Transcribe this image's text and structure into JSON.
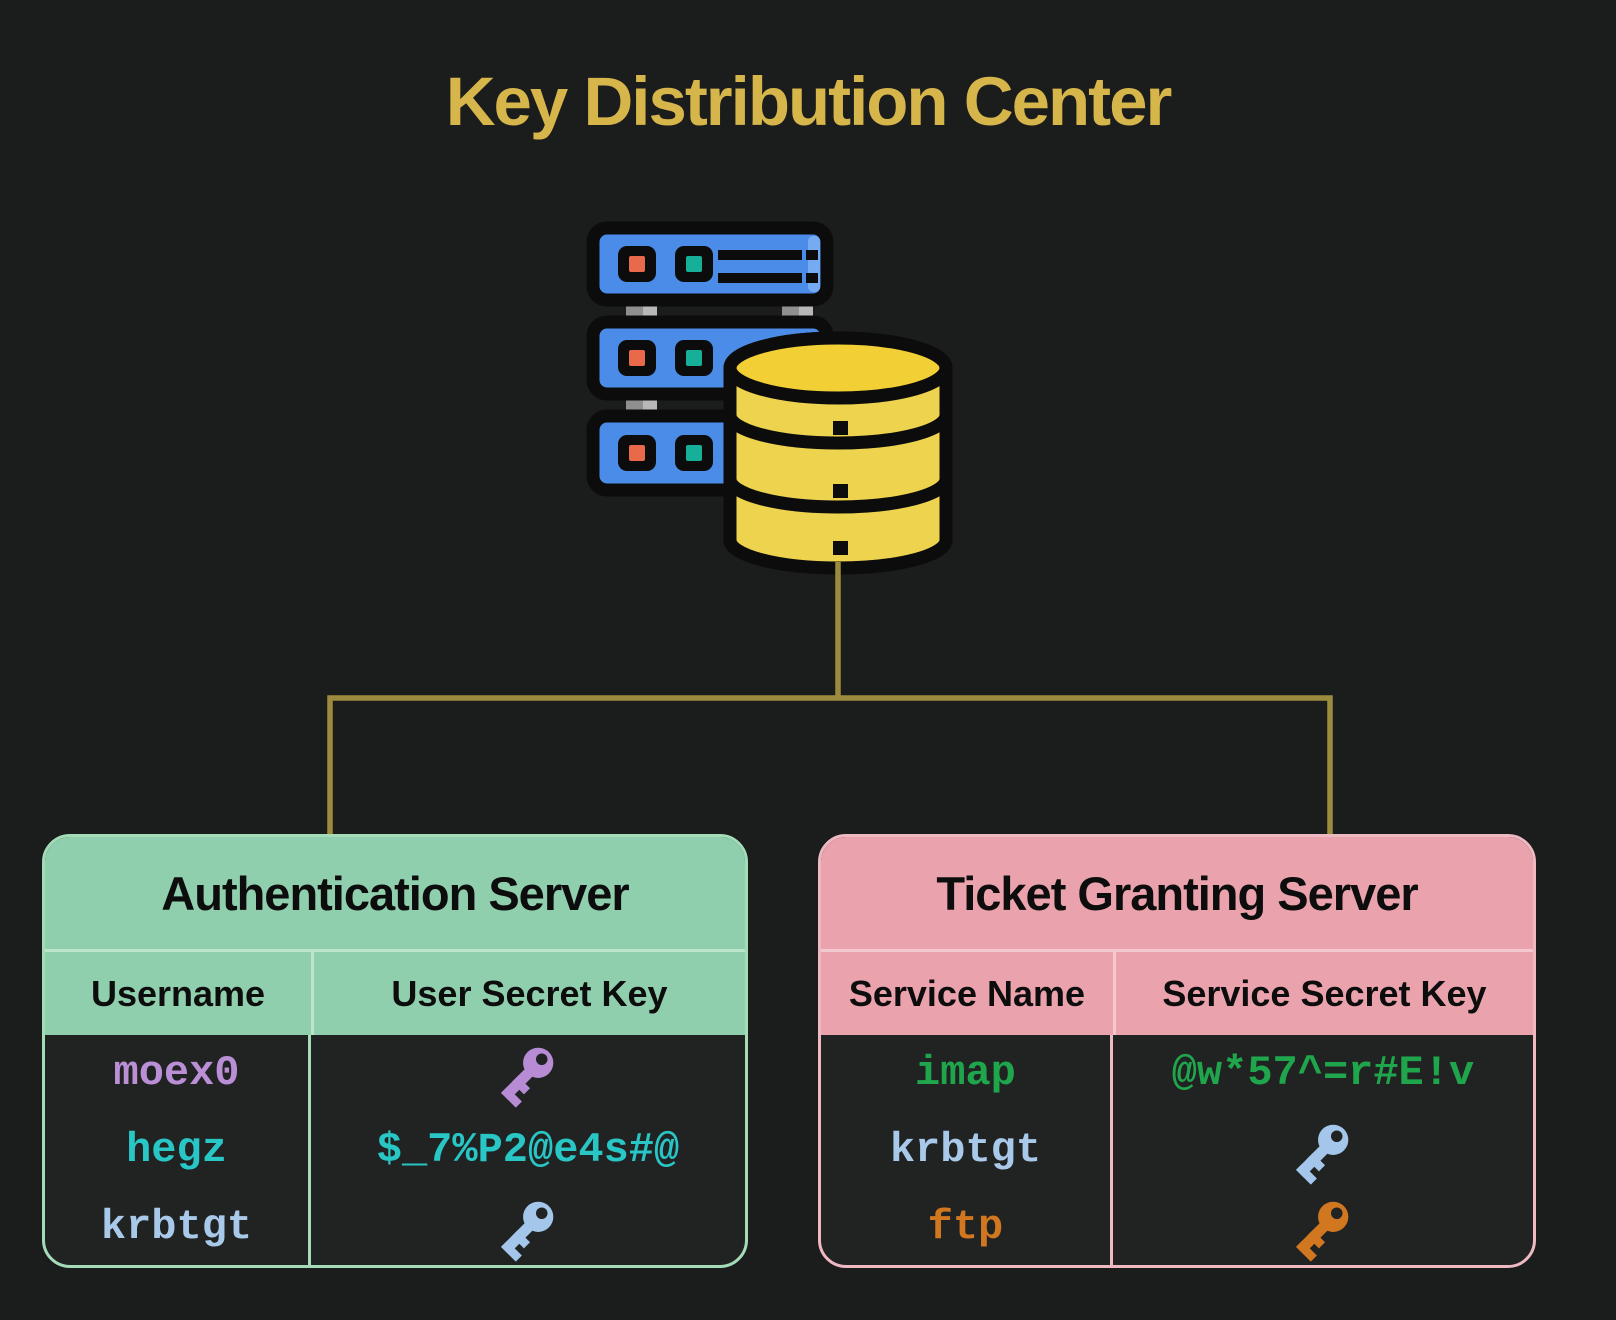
{
  "page": {
    "background": "#1b1c1c",
    "title": "Key Distribution Center",
    "title_color": "#d6b54a",
    "connector_color": "#9c8b3d"
  },
  "kdc_icon": {
    "name": "database-server-icon",
    "server_color": "#4a8ce8",
    "server_highlight": "#74abf2",
    "database_color": "#eed34f",
    "database_top_color": "#f2cf35",
    "led_red": "#e9694b",
    "led_teal": "#16b099",
    "connector_gray": "#9e9e9e",
    "outline": "#0c0c0c"
  },
  "auth_server": {
    "title": "Authentication Server",
    "header_bg": "#90cfad",
    "divider_light": "#bce5cc",
    "border": "#a5dcb8",
    "columns": [
      "Username",
      "User Secret Key"
    ],
    "rows": [
      {
        "name": "moex0",
        "color": "#bb8fd6",
        "secret": "key-icon",
        "secret_color": "#b78cd4"
      },
      {
        "name": "hegz",
        "color": "#29c6c6",
        "secret": "$_7%P2@e4s#@",
        "secret_color": "#29c6c6"
      },
      {
        "name": "krbtgt",
        "color": "#a9c9ea",
        "secret": "key-icon",
        "secret_color": "#a3c6ea"
      }
    ]
  },
  "tgs_server": {
    "title": "Ticket Granting Server",
    "header_bg": "#eaa3ad",
    "divider_light": "#f4c8cf",
    "border": "#efb9c2",
    "columns": [
      "Service Name",
      "Service Secret Key"
    ],
    "rows": [
      {
        "name": "imap",
        "color": "#1fa64c",
        "secret": "@w*57^=r#E!v",
        "secret_color": "#1fa64c"
      },
      {
        "name": "krbtgt",
        "color": "#a9c9ea",
        "secret": "key-icon",
        "secret_color": "#a3c6ea"
      },
      {
        "name": "ftp",
        "color": "#d1771f",
        "secret": "key-icon",
        "secret_color": "#d1771f"
      }
    ]
  }
}
